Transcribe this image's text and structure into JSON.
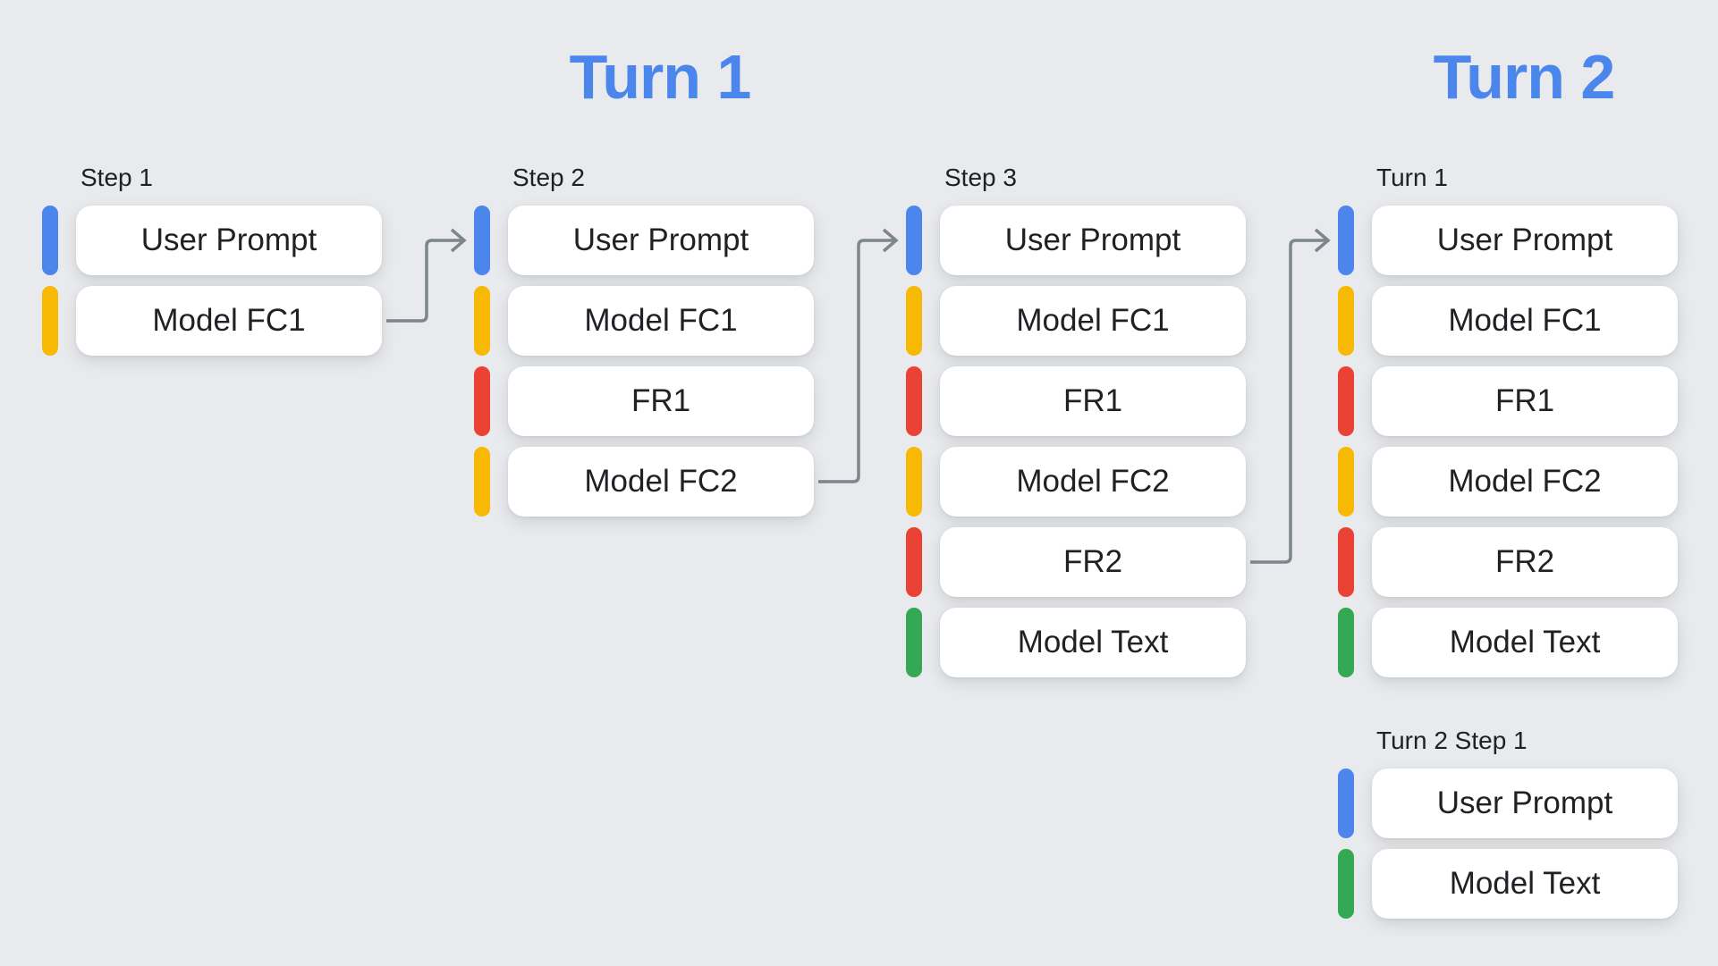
{
  "titles": [
    {
      "text": "Turn 1"
    },
    {
      "text": "Turn 2"
    }
  ],
  "colors": {
    "blue": "#4c86ed",
    "yellow": "#f8b904",
    "red": "#ea4335",
    "green": "#34a853",
    "title_blue": "#4b86ec",
    "arrow_gray": "#7d868c",
    "background": "#e8eaed"
  },
  "columns": [
    {
      "label": "Step 1",
      "blocks": [
        {
          "label": "User Prompt",
          "color": "blue"
        },
        {
          "label": "Model FC1",
          "color": "yellow"
        }
      ]
    },
    {
      "label": "Step 2",
      "blocks": [
        {
          "label": "User Prompt",
          "color": "blue"
        },
        {
          "label": "Model FC1",
          "color": "yellow"
        },
        {
          "label": "FR1",
          "color": "red"
        },
        {
          "label": "Model FC2",
          "color": "yellow"
        }
      ]
    },
    {
      "label": "Step 3",
      "blocks": [
        {
          "label": "User Prompt",
          "color": "blue"
        },
        {
          "label": "Model FC1",
          "color": "yellow"
        },
        {
          "label": "FR1",
          "color": "red"
        },
        {
          "label": "Model FC2",
          "color": "yellow"
        },
        {
          "label": "FR2",
          "color": "red"
        },
        {
          "label": "Model Text",
          "color": "green"
        }
      ]
    },
    {
      "label": "Turn 1",
      "blocks": [
        {
          "label": "User Prompt",
          "color": "blue"
        },
        {
          "label": "Model FC1",
          "color": "yellow"
        },
        {
          "label": "FR1",
          "color": "red"
        },
        {
          "label": "Model FC2",
          "color": "yellow"
        },
        {
          "label": "FR2",
          "color": "red"
        },
        {
          "label": "Model Text",
          "color": "green"
        }
      ]
    },
    {
      "label": "Turn 2 Step 1",
      "blocks": [
        {
          "label": "User Prompt",
          "color": "blue"
        },
        {
          "label": "Model Text",
          "color": "green"
        }
      ]
    }
  ],
  "arrows": [
    {
      "from": "Step 1 / Model FC1",
      "to": "Step 2 / User Prompt",
      "from_col": 0,
      "from_row": 1,
      "to_col": 1
    },
    {
      "from": "Step 2 / Model FC2",
      "to": "Step 3 / User Prompt",
      "from_col": 1,
      "from_row": 3,
      "to_col": 2
    },
    {
      "from": "Step 3 / FR2",
      "to": "Turn 1 / User Prompt",
      "from_col": 2,
      "from_row": 4,
      "to_col": 3
    }
  ]
}
